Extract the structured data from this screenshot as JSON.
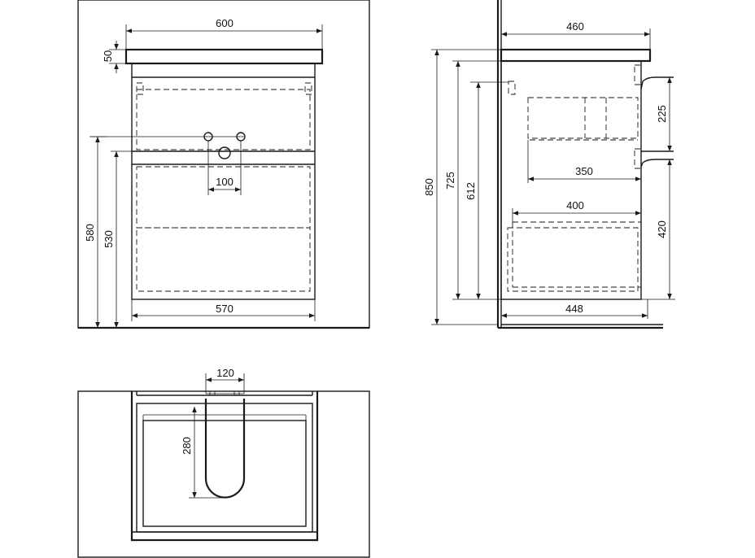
{
  "dimensions": {
    "front": {
      "top_width": "600",
      "top_thickness": "50",
      "tap_spacing": "100",
      "cabinet_width": "570",
      "height_580": "580",
      "height_530": "530"
    },
    "side": {
      "depth_top": "460",
      "height_total": "850",
      "height_725": "725",
      "height_612": "612",
      "siphon_225": "225",
      "siphon_350": "350",
      "drawer_400": "400",
      "drawer_420": "420",
      "depth_bottom": "448"
    },
    "top": {
      "cutout_width": "120",
      "cutout_depth": "280"
    }
  }
}
